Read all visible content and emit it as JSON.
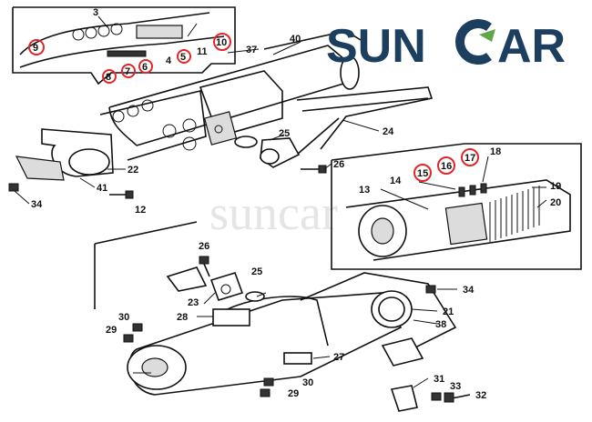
{
  "brand": {
    "text_left": "SUN",
    "text_right": "AR",
    "color": "#1d3f5f",
    "accent": "#5fa84a"
  },
  "watermark": "suncar",
  "callouts": [
    "3",
    "9",
    "10",
    "11",
    "37",
    "40",
    "4",
    "5",
    "6",
    "7",
    "8",
    "24",
    "25",
    "26",
    "22",
    "41",
    "12",
    "34",
    "14",
    "13",
    "15",
    "16",
    "17",
    "18",
    "19",
    "20",
    "26",
    "25",
    "23",
    "28",
    "30",
    "29",
    "21",
    "38",
    "34",
    "27",
    "30",
    "29",
    "31",
    "33",
    "32"
  ],
  "highlighted_callouts": [
    "9",
    "10",
    "5",
    "6",
    "7",
    "8",
    "15",
    "16",
    "17"
  ]
}
